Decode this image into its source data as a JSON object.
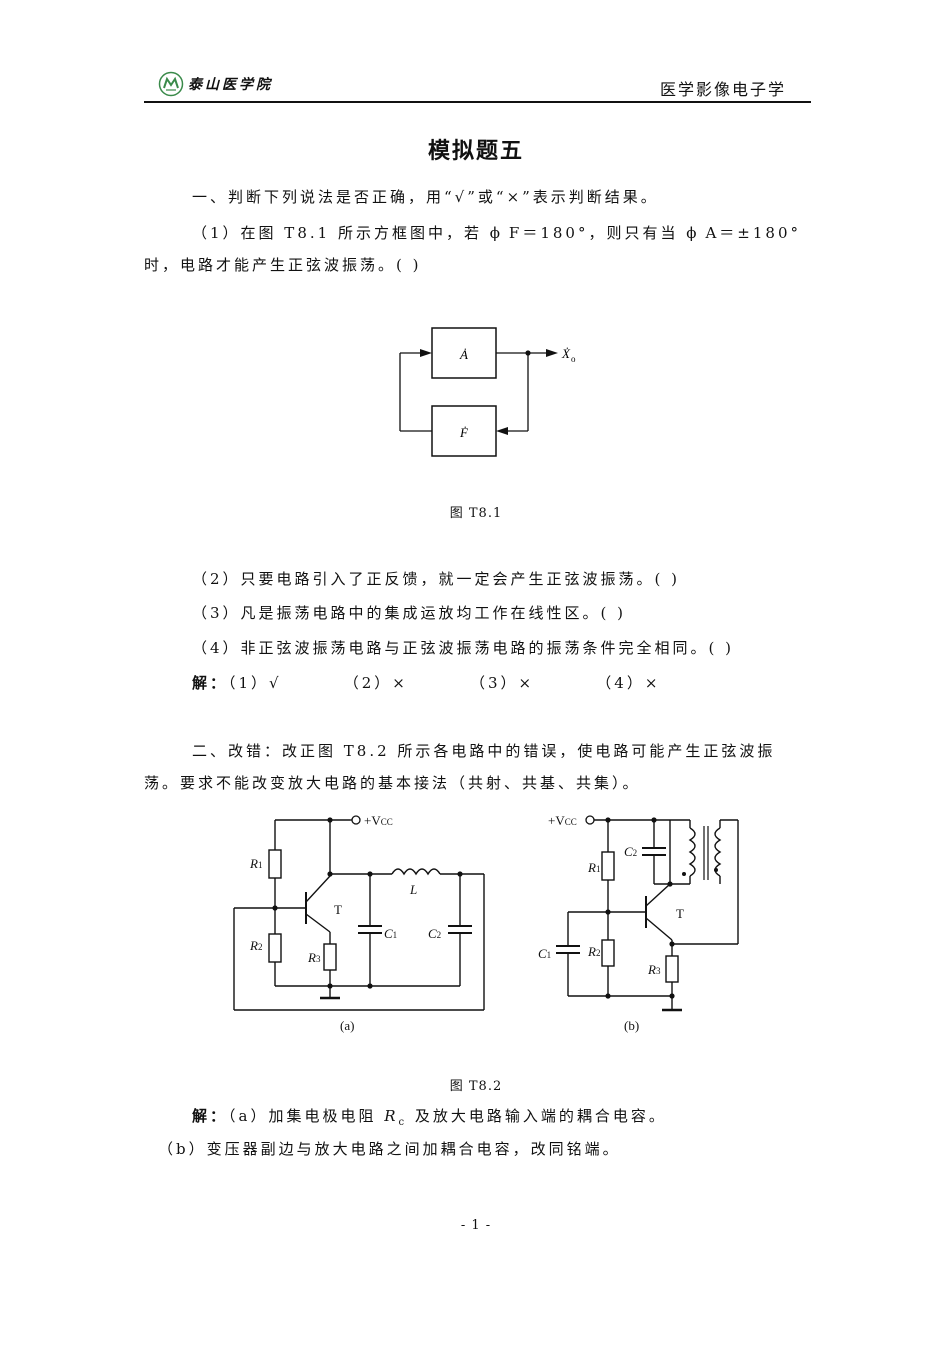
{
  "header": {
    "school": "泰山医学院",
    "course": "医学影像电子学"
  },
  "title": "模拟题五",
  "section1": {
    "heading": "一、判断下列说法是否正确，用“√”或“×”表示判断结果。",
    "q1_line1": "（1）在图 T8.1 所示方框图中，若 ϕ F＝180°，则只有当 ϕ A＝±180°",
    "q1_line2": "时，电路才能产生正弦波振荡。(    )",
    "figure1": {
      "block_a": "Ȧ",
      "block_f": "Ḟ",
      "output": "Ẋ",
      "output_sub": "o",
      "caption": "图  T8.1"
    },
    "q2": "（2）只要电路引入了正反馈，就一定会产生正弦波振荡。(    )",
    "q3": "（3）凡是振荡电路中的集成运放均工作在线性区。(    )",
    "q4": "（4）非正弦波振荡电路与正弦波振荡电路的振荡条件完全相同。(    )",
    "answer_label": "解：",
    "answer_text": "（1）√        （2）×        （3）×        （4）×"
  },
  "section2": {
    "heading_line1": "二、改错：改正图 T8.2 所示各电路中的错误，使电路可能产生正弦波振",
    "heading_line2": "荡。要求不能改变放大电路的基本接法（共射、共基、共集）。",
    "figure2": {
      "vcc": "+V",
      "vcc_sub": "CC",
      "r1": "R",
      "r1_sub": "1",
      "r2": "R",
      "r2_sub": "2",
      "r3": "R",
      "r3_sub": "3",
      "c1": "C",
      "c1_sub": "1",
      "c2": "C",
      "c2_sub": "2",
      "inductor": "L",
      "transistor": "T",
      "label_a": "(a)",
      "label_b": "(b)",
      "caption": "图  T8.2"
    },
    "answer_label": "解：",
    "answer_a_pre": "（a）加集电极电阻 ",
    "answer_a_sym": "R",
    "answer_a_sub": "c",
    "answer_a_post": " 及放大电路输入端的耦合电容。",
    "answer_b": "（b）变压器副边与放大电路之间加耦合电容，改同铭端。"
  },
  "footer": {
    "page_number": "- 1 -"
  }
}
